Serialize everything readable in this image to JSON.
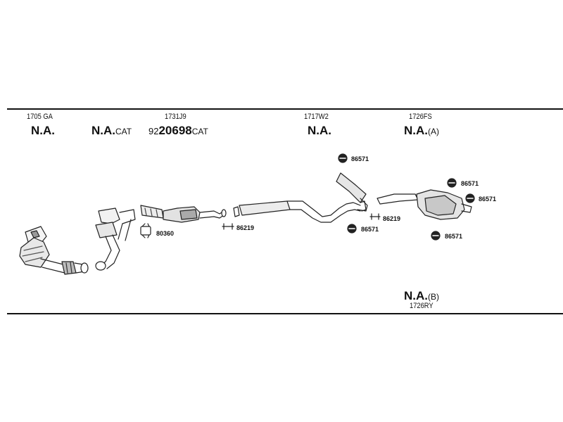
{
  "columns": [
    {
      "code": "1705 GA",
      "status": "N.A.",
      "suffix": ""
    },
    {
      "code": "",
      "status": "N.A.",
      "suffix": "CAT"
    },
    {
      "code": "1731J9",
      "prefix": "92",
      "number": "20698",
      "suffix": "CAT"
    },
    {
      "code": "1717W2",
      "status": "N.A.",
      "suffix": ""
    },
    {
      "code": "1726FS",
      "status": "N.A.",
      "suffix": "(A)"
    }
  ],
  "bottom": {
    "status": "N.A.",
    "suffix": "(B)",
    "code": "1726RY"
  },
  "parts": {
    "clamp_80360": "80360",
    "hanger_86219_a": "86219",
    "hanger_86219_b": "86219",
    "ring_86571_top": "86571",
    "ring_86571_mid": "86571",
    "ring_86571_rear_top": "86571",
    "ring_86571_rear_right": "86571",
    "ring_86571_rear_bottom": "86571"
  }
}
